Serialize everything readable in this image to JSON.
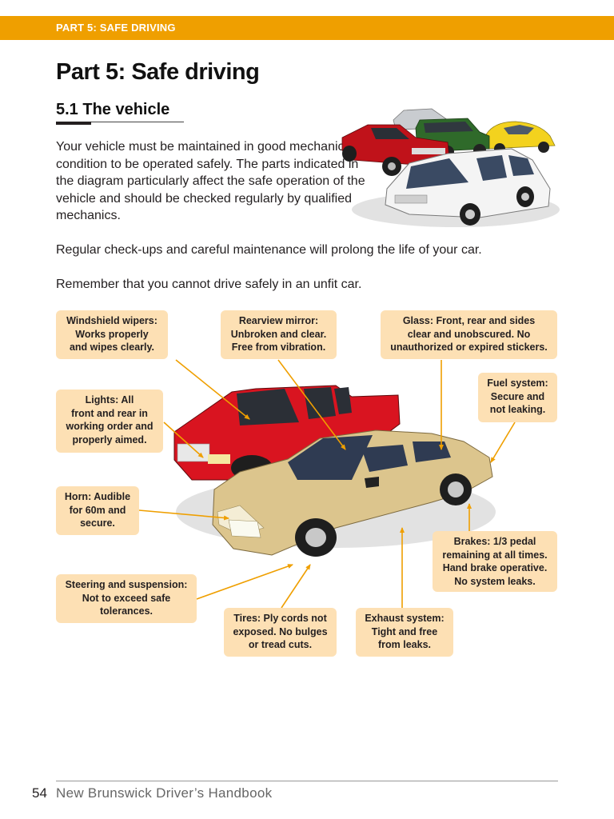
{
  "header": {
    "section_label": "PART 5: SAFE DRIVING"
  },
  "page": {
    "title": "Part 5: Safe driving",
    "subtitle": "5.1  The vehicle",
    "paragraph_1": "Your vehicle must be maintained in good mechanical condition to be operated safely. The parts indicated in the diagram particularly affect the safe operation of the vehicle and should be checked regularly by qualified mechanics.",
    "paragraph_2": "Regular check-ups and careful maintenance will prolong the life of your car.",
    "paragraph_3": "Remember that you cannot drive safely in an unfit car."
  },
  "callouts": {
    "wipers": "Windshield wipers:\nWorks properly\nand wipes clearly.",
    "mirror": "Rearview mirror:\nUnbroken and clear.\nFree from vibration.",
    "glass": "Glass: Front, rear and sides\nclear and unobscured. No\nunauthorized or expired stickers.",
    "lights": "Lights: All\nfront and rear in\nworking order and\nproperly aimed.",
    "fuel": "Fuel system:\nSecure and\nnot leaking.",
    "horn": "Horn: Audible\nfor 60m and\nsecure.",
    "brakes": "Brakes: 1/3 pedal\nremaining at all times.\nHand brake operative.\nNo system leaks.",
    "steering": "Steering and suspension:\nNot to exceed safe\ntolerances.",
    "tires": "Tires: Ply cords not\nexposed. No bulges\nor tread cuts.",
    "exhaust": "Exhaust system:\nTight and free\nfrom leaks."
  },
  "footer": {
    "page_number": "54",
    "book_title": "New Brunswick Driver’s Handbook"
  },
  "colors": {
    "accent_orange": "#ef9f00",
    "callout_fill": "#fde0b4",
    "arrow": "#ef9f00"
  }
}
